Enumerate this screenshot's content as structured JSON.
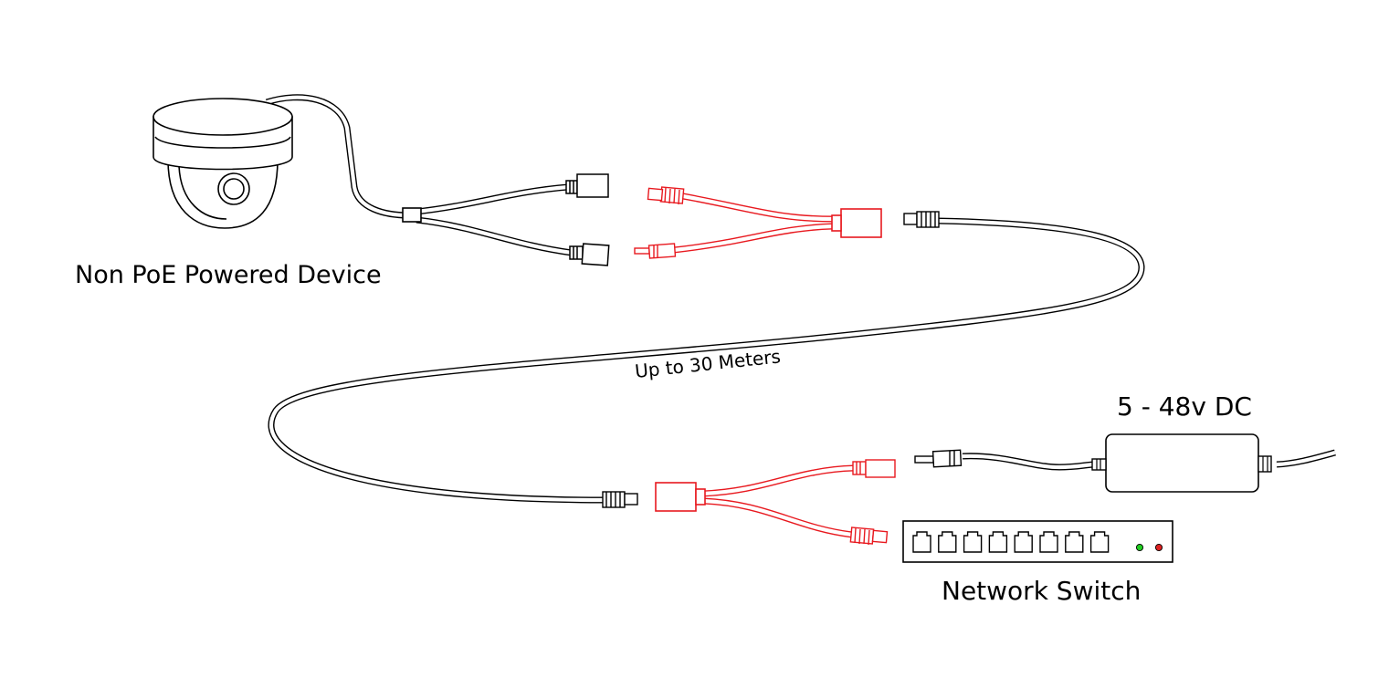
{
  "labels": {
    "device": "Non PoE Powered Device",
    "distance": "Up to 30 Meters",
    "power_supply": "5 - 48v DC",
    "switch": "Network Switch"
  },
  "switch": {
    "port_count": 8,
    "leds": [
      {
        "name": "link-led",
        "color": "#22cc22"
      },
      {
        "name": "power-led",
        "color": "#dd2222"
      }
    ]
  },
  "colors": {
    "line": "#000000",
    "poe_splitter": "#e8191f",
    "background": "#ffffff"
  }
}
